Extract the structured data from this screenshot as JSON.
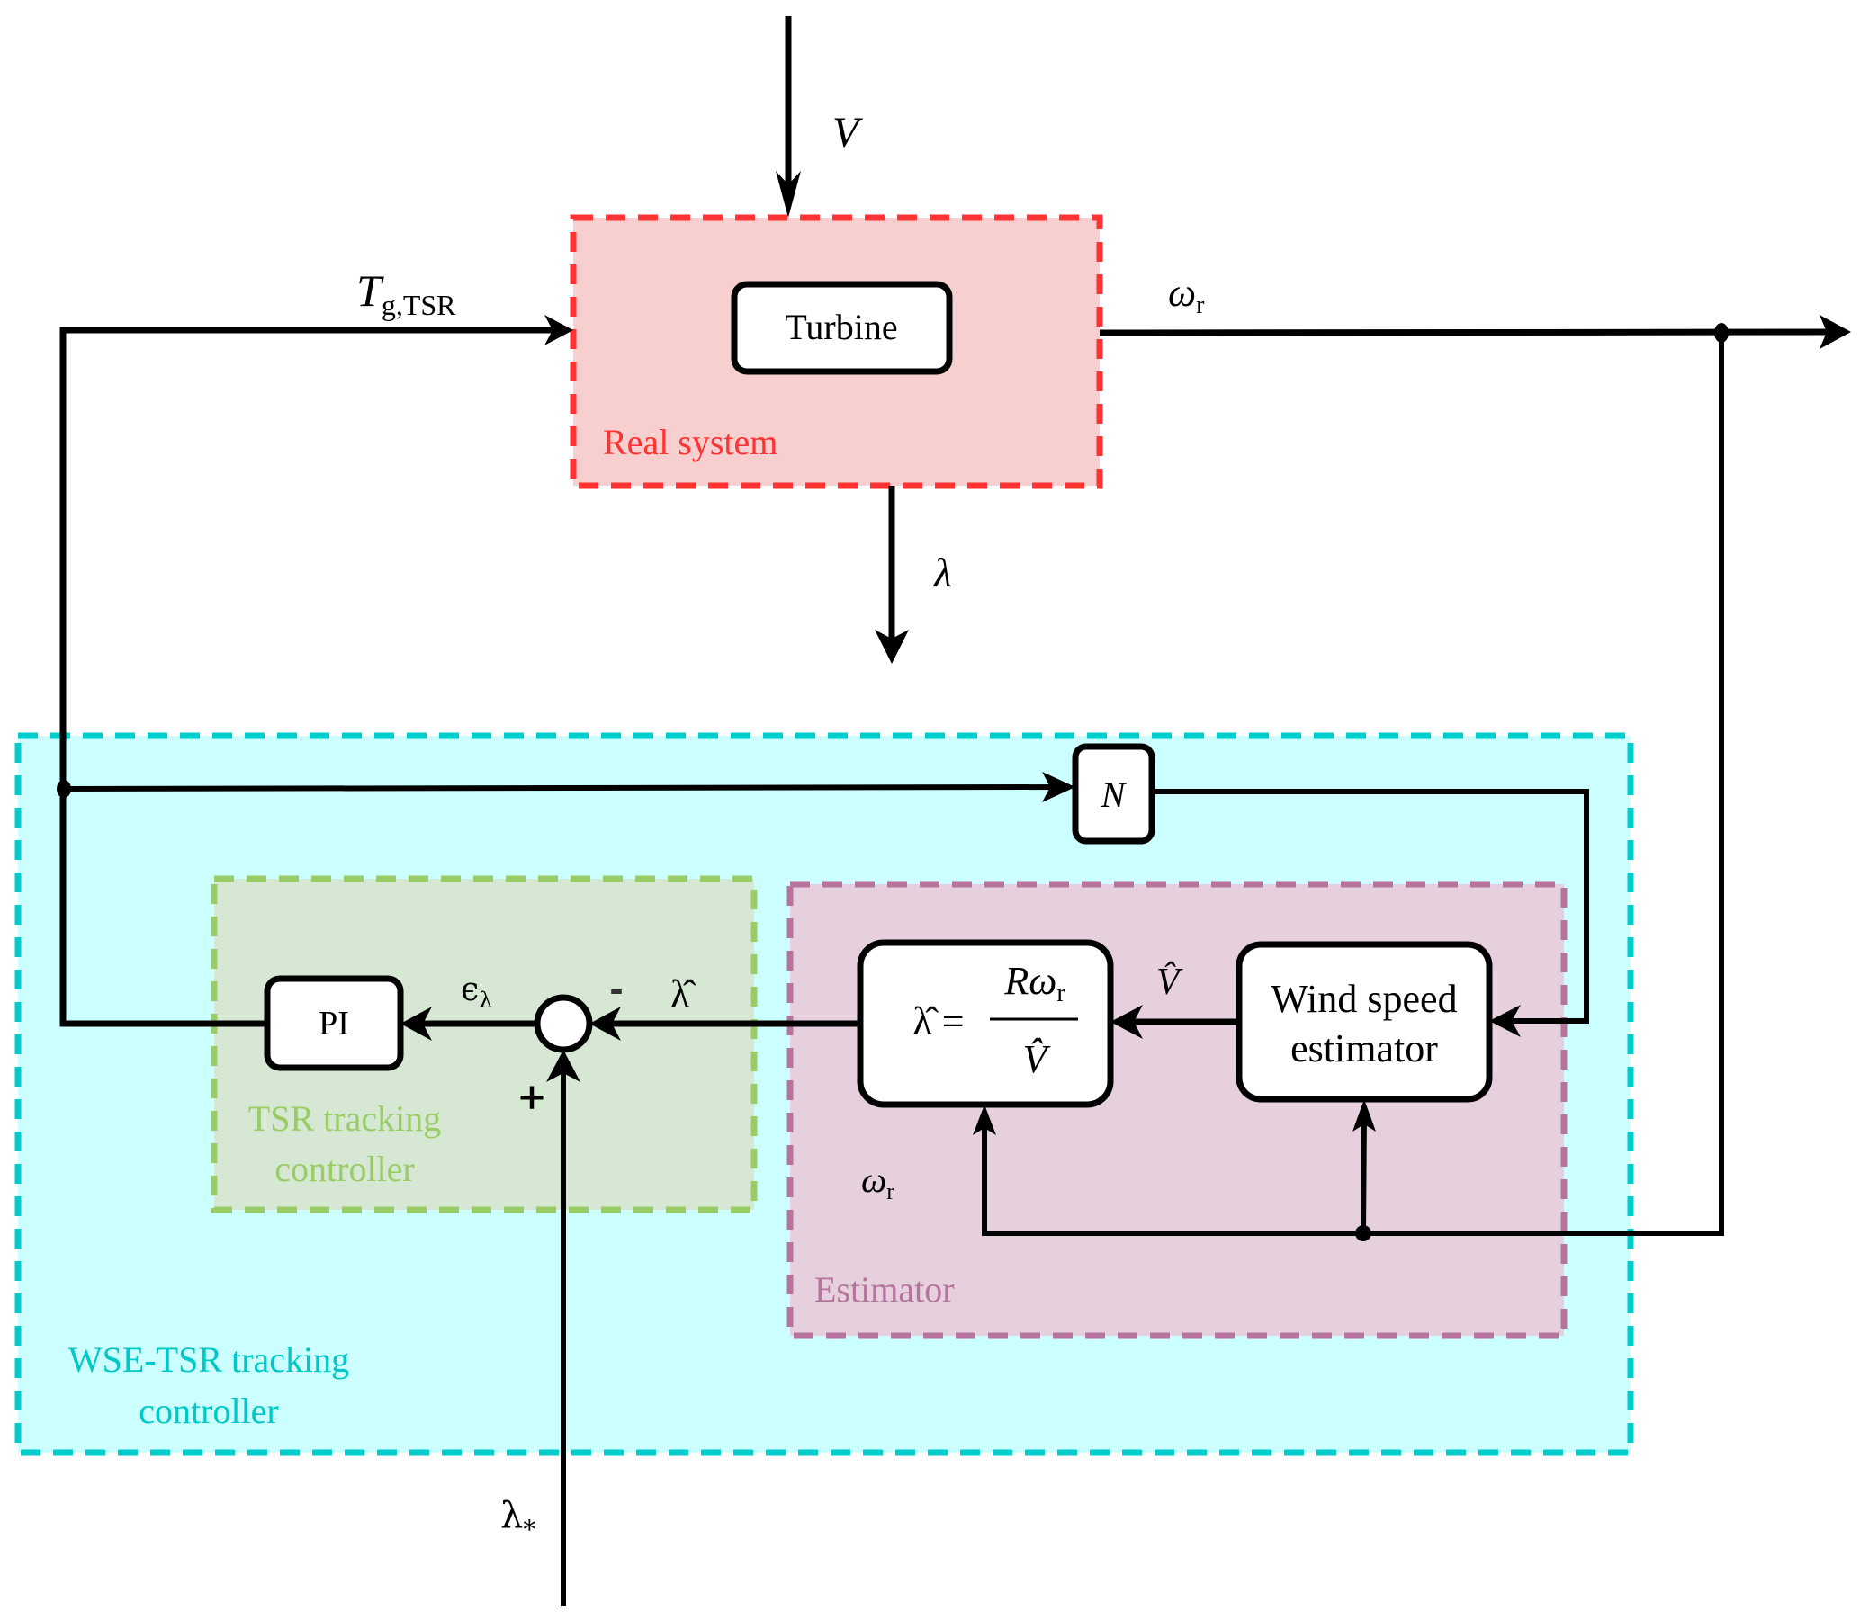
{
  "colors": {
    "real_system": {
      "stroke": "#ff3333",
      "fill": "#f7cfcf",
      "text": "#ff3333"
    },
    "wse_tsr": {
      "stroke": "#00cccc",
      "fill": "#ccffff",
      "text": "#00c8c8"
    },
    "tsr_tracking": {
      "stroke": "#99cc66",
      "fill": "#d6e8d4",
      "text": "#99cc66"
    },
    "estimator": {
      "stroke": "#b5739d",
      "fill": "#e6d0de",
      "text": "#b5739d"
    },
    "wire": "#000000"
  },
  "groups": {
    "real_system": "Real system",
    "tsr_tracking_line1": "TSR tracking",
    "tsr_tracking_line2": "controller",
    "estimator": "Estimator",
    "wse_tsr_line1": "WSE-TSR tracking",
    "wse_tsr_line2": "controller"
  },
  "blocks": {
    "turbine": "Turbine",
    "pi": "PI",
    "n": "N",
    "wind_speed_line1": "Wind speed",
    "wind_speed_line2": "estimator",
    "tsr_formula_lhs": "λ̂ =",
    "tsr_formula_num_R": "R",
    "tsr_formula_num_omega": "ω",
    "tsr_formula_num_sub": "r",
    "tsr_formula_den": "V̂"
  },
  "signals": {
    "wind_speed": "V",
    "torque_main": "T",
    "torque_sub": "g,TSR",
    "rotor_speed_top": "ω",
    "rotor_speed_top_sub": "r",
    "tsr": "λ",
    "tsr_estimate": "λ̂",
    "wind_estimate": "V̂",
    "tsr_error": "ϵ",
    "tsr_error_sub": "λ",
    "rotor_speed_bottom": "ω",
    "rotor_speed_bottom_sub": "r",
    "tsr_reference": "λ",
    "tsr_reference_sub": "*",
    "minus_sign": "-",
    "plus_sign": "+"
  }
}
